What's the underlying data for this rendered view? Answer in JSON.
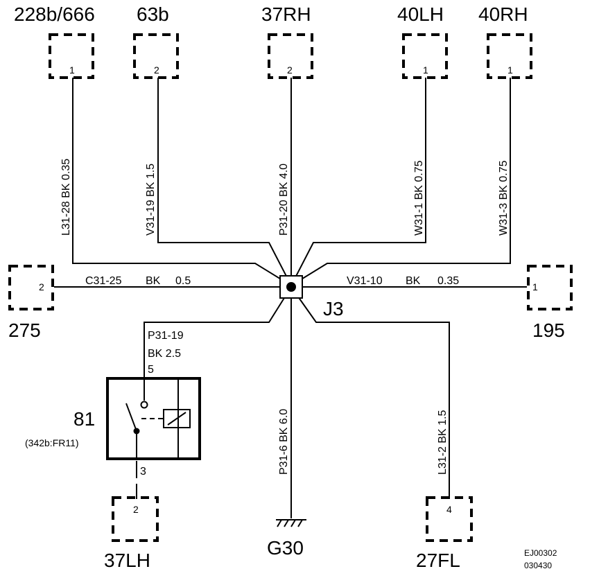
{
  "connectors": {
    "c228b": {
      "name": "228b/666",
      "pin": "1"
    },
    "c63b": {
      "name": "63b",
      "pin": "2"
    },
    "c37rh": {
      "name": "37RH",
      "pin": "2"
    },
    "c40lh": {
      "name": "40LH",
      "pin": "1"
    },
    "c40rh": {
      "name": "40RH",
      "pin": "1"
    },
    "c275": {
      "name": "275",
      "pin": "2"
    },
    "c195": {
      "name": "195",
      "pin": "1"
    },
    "c37lh": {
      "name": "37LH",
      "pin": "2"
    },
    "c27fl": {
      "name": "27FL",
      "pin": "4"
    }
  },
  "wires": {
    "l31_28": "L31-28  BK  0.35",
    "v31_19": "V31-19  BK  1.5",
    "p31_20": "P31-20  BK  4.0",
    "w31_1": "W31-1  BK  0.75",
    "w31_3": "W31-3  BK  0.75",
    "c31_25": {
      "id": "C31-25",
      "color": "BK",
      "size": "0.5"
    },
    "v31_10": {
      "id": "V31-10",
      "color": "BK",
      "size": "0.35"
    },
    "p31_19": {
      "id": "P31-19",
      "spec": "BK   2.5"
    },
    "p31_6": "P31-6  BK  6.0",
    "l31_2": "L31-2  BK  1.5"
  },
  "junction": {
    "name": "J3"
  },
  "ground": {
    "name": "G30"
  },
  "relay": {
    "name": "81",
    "location": "(342b:FR11)",
    "pin_top": "5",
    "pin_bottom": "3"
  },
  "reference": {
    "code": "EJ00302",
    "date": "030430"
  }
}
